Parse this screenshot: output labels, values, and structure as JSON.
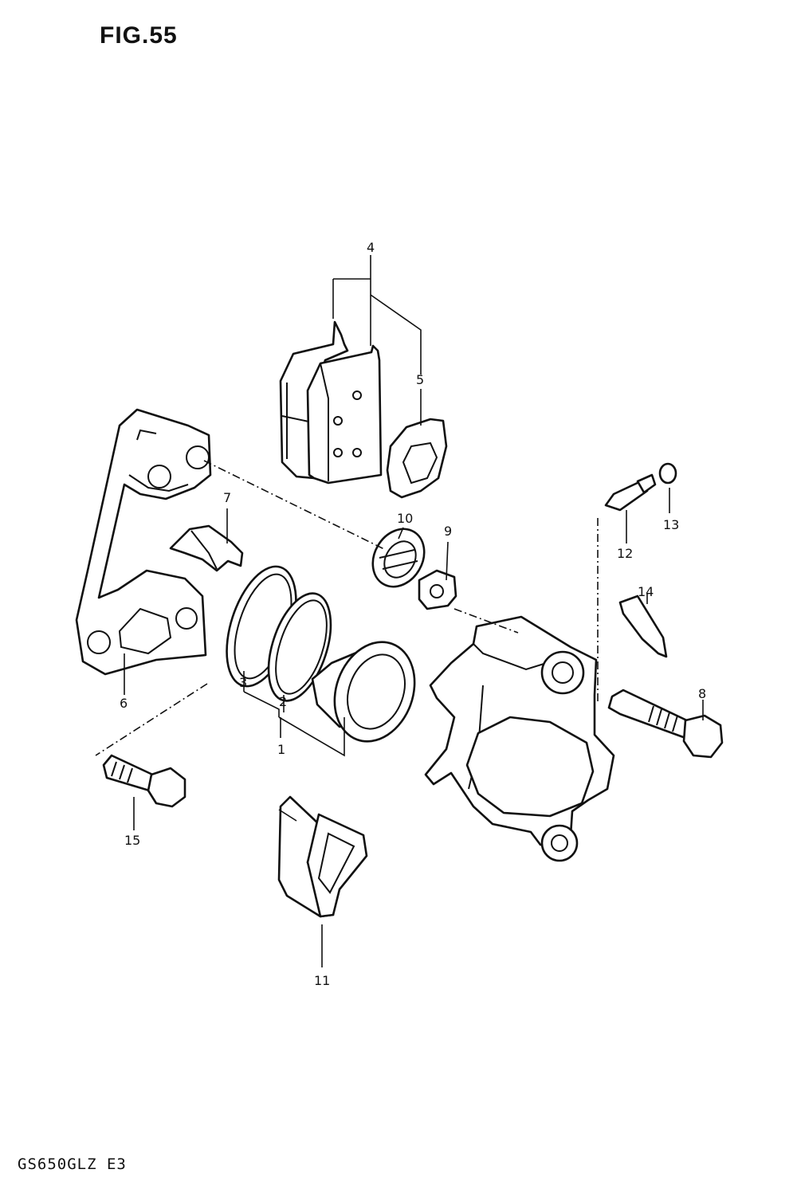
{
  "figure": {
    "title": "FIG.55"
  },
  "model": "GS650GLZ E3",
  "callouts": {
    "c1": "1",
    "c2": "2",
    "c3": "3",
    "c4": "4",
    "c5": "5",
    "c6": "6",
    "c7": "7",
    "c8": "8",
    "c9": "9",
    "c10": "10",
    "c11": "11",
    "c12": "12",
    "c13": "13",
    "c14": "14",
    "c15": "15"
  }
}
